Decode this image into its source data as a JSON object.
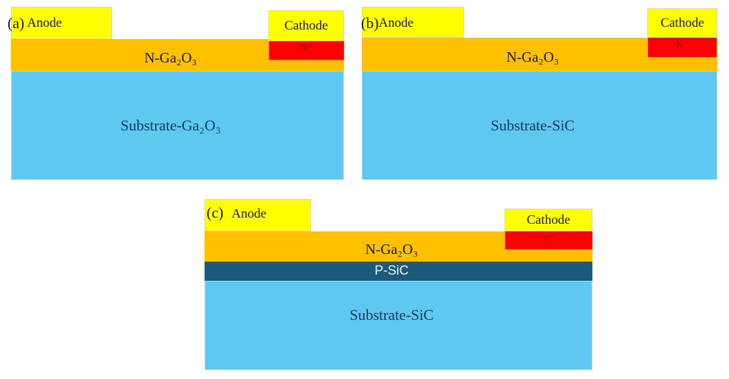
{
  "panels": [
    {
      "tag": "(a)",
      "anode": "Anode",
      "cathode": "Cathode",
      "contact_doping": "N⁺",
      "n_layer": "N-Ga₂O₃",
      "substrate": "Substrate-Ga₂O₃"
    },
    {
      "tag": "(b)",
      "anode": "Anode",
      "cathode": "Cathode",
      "contact_doping": "N⁺",
      "n_layer": "N-Ga₂O₃",
      "substrate": "Substrate-SiC"
    },
    {
      "tag": "(c)",
      "anode": "Anode",
      "cathode": "Cathode",
      "contact_doping": "N⁺",
      "n_layer": "N-Ga₂O₃",
      "p_layer": "P-SiC",
      "substrate": "Substrate-SiC"
    }
  ],
  "colors": {
    "anode": "#ffff00",
    "n_layer": "#ffc000",
    "n_plus": "#ff0000",
    "p_sic": "#1b5a7a",
    "substrate": "#5ec8f0"
  }
}
